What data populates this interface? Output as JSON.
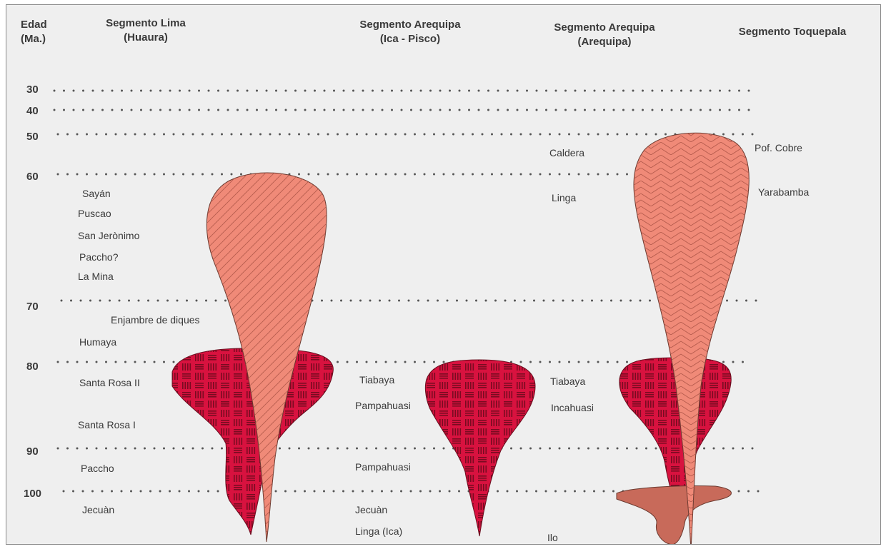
{
  "headers": {
    "age": [
      "Edad",
      "(Ma.)"
    ],
    "lima": [
      "Segmento Lima",
      "(Huaura)"
    ],
    "ica": [
      "Segmento Arequipa",
      "(Ica - Pisco)"
    ],
    "arequipa": [
      "Segmento Arequipa",
      "(Arequipa)"
    ],
    "toquepala": [
      "Segmento Toquepala"
    ]
  },
  "ages": [
    "30",
    "40",
    "50",
    "60",
    "70",
    "80",
    "90",
    "100"
  ],
  "lima_labels": [
    "Sayán",
    "Puscao",
    "San Jerònimo",
    "Paccho?",
    "La Mina",
    "Enjambre de diques",
    "Humaya",
    "Santa Rosa II",
    "Santa Rosa I",
    "Paccho",
    "Jecuàn"
  ],
  "ica_labels": [
    "Tiabaya",
    "Pampahuasi",
    "Pampahuasi",
    "Jecuàn",
    "Linga (Ica)"
  ],
  "arequipa_labels": [
    "Caldera",
    "Linga",
    "Tiabaya",
    "Incahuasi",
    "Ilo"
  ],
  "toquepala_labels": [
    "Pof. Cobre",
    "Yarabamba"
  ],
  "colors": {
    "background": "#efefef",
    "salmon": "#f08a78",
    "crimson": "#d8123f",
    "brown": "#c86a5a",
    "text": "#3a3a3a",
    "dots": "#555555"
  }
}
